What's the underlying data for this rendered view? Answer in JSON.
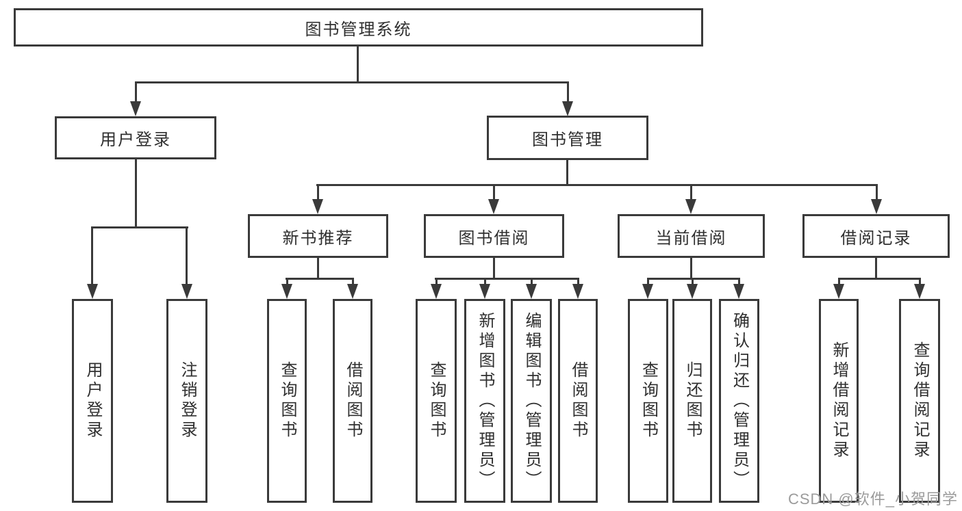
{
  "title": "图书管理系统",
  "colors": {
    "line": "#3a3a3a",
    "box_border": "#3a3a3a",
    "text": "#2f2f2f",
    "background": "#ffffff",
    "watermark": "#9b9b9b"
  },
  "tree": {
    "root": {
      "label": "图书管理系统"
    },
    "branches": [
      {
        "label": "用户登录",
        "children": [
          {
            "label": "用户登录"
          },
          {
            "label": "注销登录"
          }
        ]
      },
      {
        "label": "图书管理",
        "children": [
          {
            "label": "新书推荐",
            "children": [
              {
                "label": "查询图书"
              },
              {
                "label": "借阅图书"
              }
            ]
          },
          {
            "label": "图书借阅",
            "children": [
              {
                "label": "查询图书"
              },
              {
                "label": "新增图书（管理员）"
              },
              {
                "label": "编辑图书（管理员）"
              },
              {
                "label": "借阅图书"
              }
            ]
          },
          {
            "label": "当前借阅",
            "children": [
              {
                "label": "查询图书"
              },
              {
                "label": "归还图书"
              },
              {
                "label": "确认归还（管理员）"
              }
            ]
          },
          {
            "label": "借阅记录",
            "children": [
              {
                "label": "新增借阅记录"
              },
              {
                "label": "查询借阅记录"
              }
            ]
          }
        ]
      }
    ]
  },
  "watermark": {
    "text": "CSDN @软件_小贺同学"
  }
}
